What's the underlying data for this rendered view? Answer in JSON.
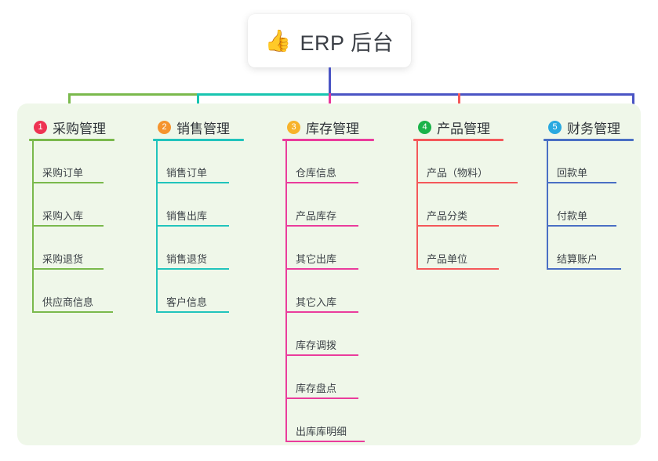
{
  "root": {
    "emoji": "👍",
    "emoji_name": "thumbs-up-icon",
    "title": "ERP 后台"
  },
  "colors": {
    "panel_bg": "#eff7e9",
    "page_bg": "#ffffff",
    "title_text": "#3b3f46",
    "root_stem": "#4a54c4",
    "bar_green": "#7ab94c",
    "bar_teal": "#18c5b0",
    "bar_blue": "#4a54c4"
  },
  "connectors": {
    "stems": [
      {
        "name": "stem-purchase",
        "color": "#7ab94c"
      },
      {
        "name": "stem-sales",
        "color": "#18c5b0"
      },
      {
        "name": "stem-inventory",
        "color": "#e9369a"
      },
      {
        "name": "stem-product",
        "color": "#f4585a"
      },
      {
        "name": "stem-finance",
        "color": "#4a54c4"
      }
    ]
  },
  "columns": [
    {
      "index": "1",
      "name": "purchase-management",
      "title": "采购管理",
      "badge_color": "#ee3352",
      "line_color": "#7ab94c",
      "items": [
        "采购订单",
        "采购入库",
        "采购退货",
        "供应商信息"
      ]
    },
    {
      "index": "2",
      "name": "sales-management",
      "title": "销售管理",
      "badge_color": "#f5942e",
      "line_color": "#21c4bc",
      "items": [
        "销售订单",
        "销售出库",
        "销售退货",
        "客户信息"
      ]
    },
    {
      "index": "3",
      "name": "inventory-management",
      "title": "库存管理",
      "badge_color": "#f7b32b",
      "line_color": "#ea3c9c",
      "items": [
        "仓库信息",
        "产品库存",
        "其它出库",
        "其它入库",
        "库存调拨",
        "库存盘点",
        "出库库明细"
      ]
    },
    {
      "index": "4",
      "name": "product-management",
      "title": "产品管理",
      "badge_color": "#1bb34a",
      "line_color": "#f4585a",
      "items": [
        "产品（物料）",
        "产品分类",
        "产品单位"
      ]
    },
    {
      "index": "5",
      "name": "finance-management",
      "title": "财务管理",
      "badge_color": "#29a9e0",
      "line_color": "#4a6fc4",
      "items": [
        "回款单",
        "付款单",
        "结算账户"
      ]
    }
  ]
}
